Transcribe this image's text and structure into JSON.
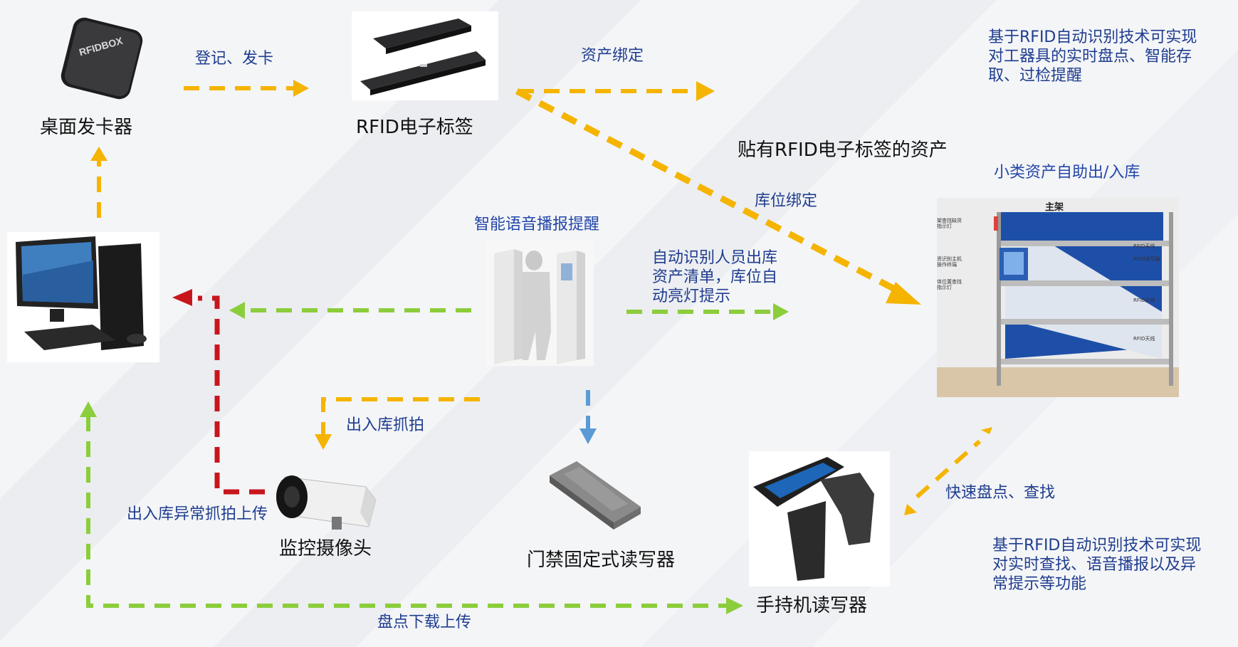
{
  "devices": {
    "card_issuer": {
      "label": "桌面发卡器",
      "logo": "RFIDBOX"
    },
    "rfid_tag": {
      "label": "RFID电子标签"
    },
    "tagged_asset": {
      "label": "贴有RFID电子标签的资产"
    },
    "computer": {
      "label": ""
    },
    "gate": {
      "label": "智能语音播报提醒"
    },
    "camera": {
      "label": "监控摄像头"
    },
    "gate_reader": {
      "label": "门禁固定式读写器"
    },
    "handheld_reader": {
      "label": "手持机读写器"
    },
    "shelf": {
      "title": "小类资产自助出/入库",
      "header": "主架",
      "left_labels": [
        "架查找缺货\n指示灯",
        "资识别主机\n操作终端",
        "体位置查找\n指示灯"
      ],
      "right_labels": [
        "RFID天线",
        "RFID读写器",
        "RFID天线",
        "RFID天线"
      ]
    }
  },
  "flows": {
    "register_issue": "登记、发卡",
    "asset_binding": "资产绑定",
    "location_binding": "库位绑定",
    "auto_identify": "自动识别人员出库\n资产清单，库位自\n动亮灯提示",
    "capture": "出入库抓拍",
    "abnormal_upload": "出入库异常抓拍上传",
    "inventory_sync": "盘点下载上传",
    "quick_find": "快速盘点、查找"
  },
  "notes": {
    "top_right": "基于RFID自动识别技术可实现\n对工器具的实时盘点、智能存\n取、过检提醒",
    "bottom_right": "基于RFID自动识别技术可实现\n对实时查找、语音播报以及异\n常提示等功能"
  },
  "colors": {
    "yellow": "#f5b400",
    "green": "#8ccd3c",
    "red": "#c8161d",
    "blue": "#5b9bd5",
    "label_blue": "#1f3d8f",
    "shelf_blue": "#1e4fa8"
  }
}
